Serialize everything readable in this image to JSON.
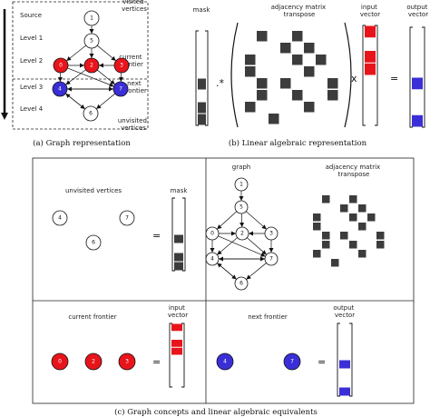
{
  "colors": {
    "visited": "#ffffff",
    "frontier": "#e8141b",
    "next": "#3a2fd6",
    "cell": "#3c3c3c",
    "edge": "#111111"
  },
  "panel_a": {
    "caption": "(a) Graph representation",
    "levels": [
      "Source",
      "Level 1",
      "Level 2",
      "Level 3",
      "Level 4"
    ],
    "visited_label": "visited\nvertices",
    "current_frontier_label": "current\nfrontier",
    "next_frontier_label": "next\nfrontier",
    "unvisited_label": "unvisited\nvertices"
  },
  "panel_b": {
    "caption": "(b) Linear algebraic representation",
    "mask_label": "mask",
    "matrix_label": "adjacency matrix\ntranspose",
    "input_label": "input\nvector",
    "output_label": "output\nvector",
    "dot_op": ".*",
    "times_op": "x",
    "equals_op": "="
  },
  "panel_c": {
    "caption": "(c) Graph concepts and linear algebraic equivalents",
    "unvisited_label": "unvisited vertices",
    "mask_label": "mask",
    "graph_label": "graph",
    "matrix_label": "adjacency matrix\ntranspose",
    "current_label": "current frontier",
    "input_label": "input\nvector",
    "next_label": "next frontier",
    "output_label": "output\nvector",
    "equals_op": "="
  },
  "vertices": [
    "0",
    "1",
    "2",
    "3",
    "4",
    "5",
    "6",
    "7"
  ]
}
